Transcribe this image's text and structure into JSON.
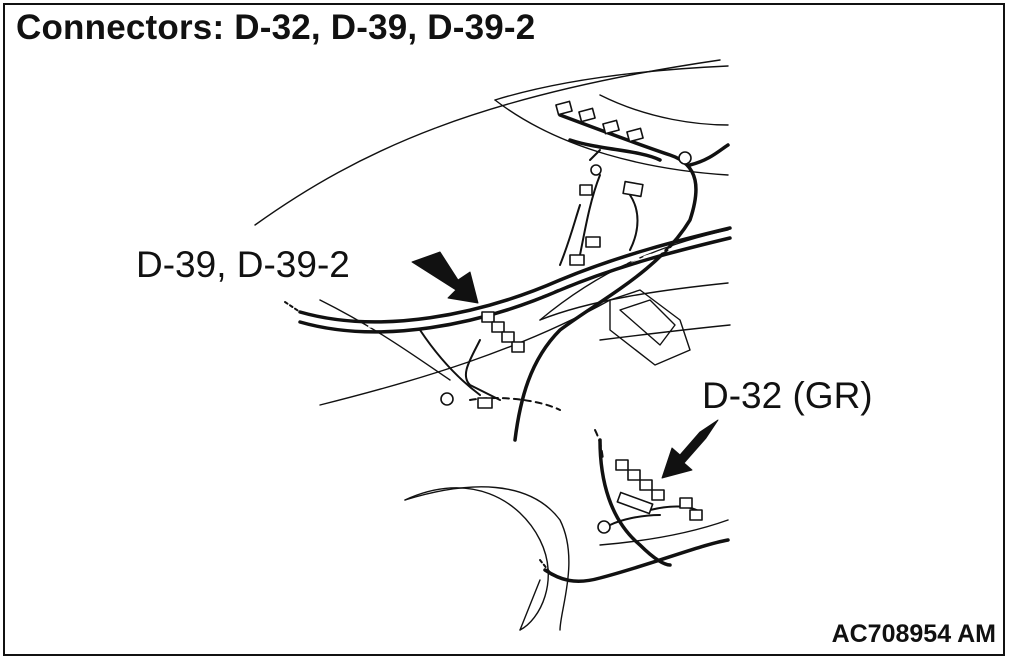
{
  "title": "Connectors: D-32, D-39, D-39-2",
  "callouts": [
    {
      "id": "d39",
      "text": "D-39, D-39-2"
    },
    {
      "id": "d32",
      "text": "D-32 (GR)"
    }
  ],
  "figure_code": "AC708954 AM",
  "colors": {
    "ink": "#111111",
    "background": "#ffffff"
  }
}
